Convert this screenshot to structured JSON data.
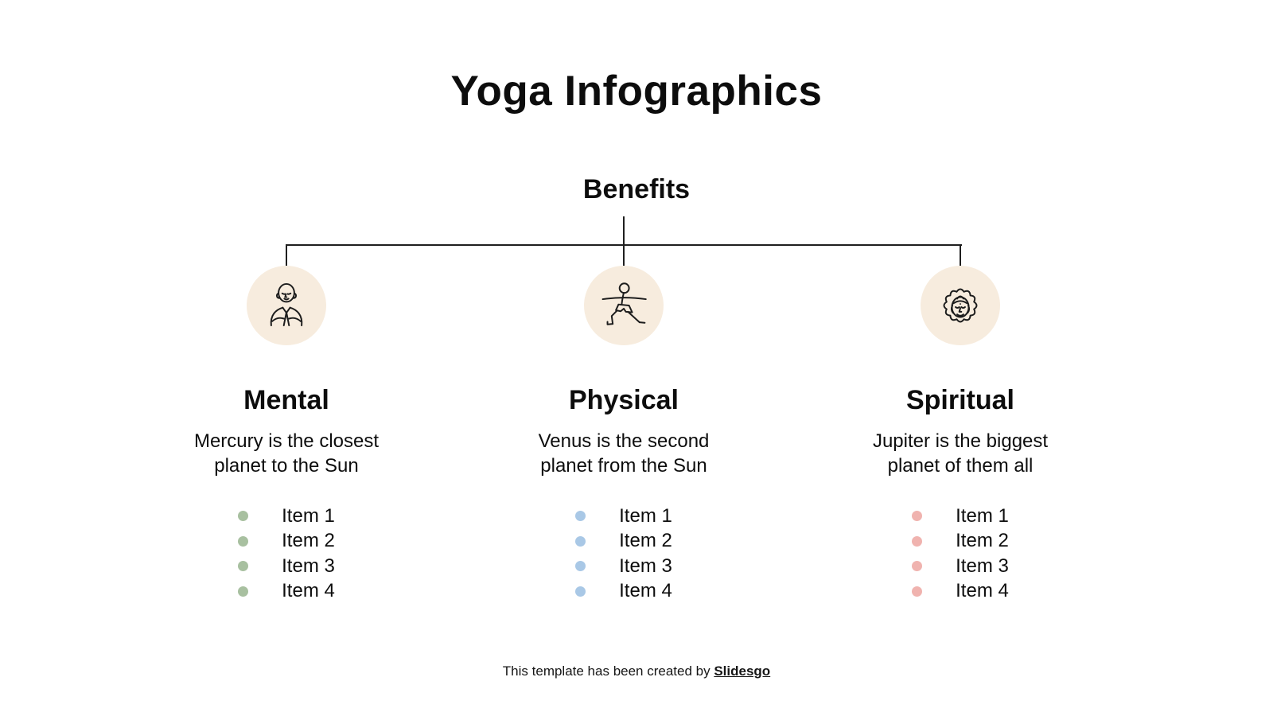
{
  "slide": {
    "title": "Yoga Infographics",
    "subtitle": "Benefits",
    "columns": [
      {
        "heading": "Mental",
        "description": "Mercury is the closest\nplanet to the Sun",
        "icon": "monk-namaste",
        "bullet_color": "#a8c0a0",
        "items": [
          "Item 1",
          "Item 2",
          "Item 3",
          "Item 4"
        ]
      },
      {
        "heading": "Physical",
        "description": "Venus is the second\nplanet from the Sun",
        "icon": "yoga-warrior-pose",
        "bullet_color": "#a9c8e6",
        "items": [
          "Item 1",
          "Item 2",
          "Item 3",
          "Item 4"
        ]
      },
      {
        "heading": "Spiritual",
        "description": "Jupiter is the biggest\nplanet of them all",
        "icon": "buddha-lotus",
        "bullet_color": "#f0b3af",
        "items": [
          "Item 1",
          "Item 2",
          "Item 3",
          "Item 4"
        ]
      }
    ],
    "footer": {
      "prefix": "This template has been created by ",
      "brand": "Slidesgo"
    },
    "colors": {
      "text": "#0d0d0d",
      "line": "#1f1f1f",
      "circle_bg": "#f7ecde"
    }
  }
}
